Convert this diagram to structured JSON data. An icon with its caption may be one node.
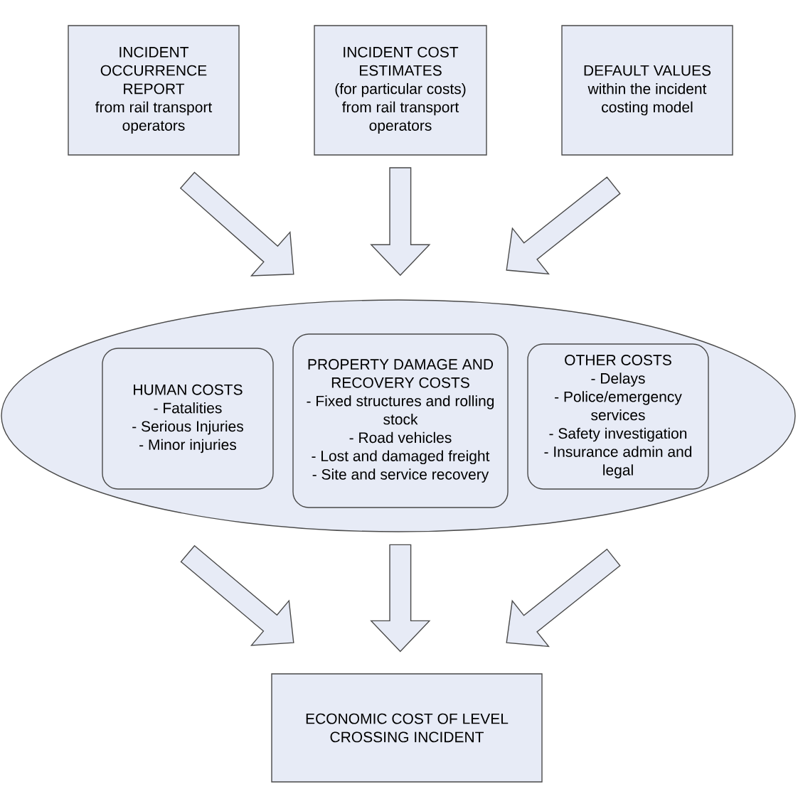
{
  "diagram": {
    "nodes": [
      {
        "text": [
          "INCIDENT OCCURRENCE REPORT",
          "from rail transport operators"
        ]
      },
      {
        "text": [
          "INCIDENT COST ESTIMATES",
          "(for particular costs) from rail transport operators"
        ]
      },
      {
        "text": [
          "DEFAULT VALUES",
          "within the incident costing model"
        ]
      },
      {
        "text": [],
        "shape": "ellipse"
      },
      {
        "text": [
          "HUMAN COSTS",
          "- Fatalities",
          "- Serious Injuries",
          "- Minor injuries"
        ],
        "in": 3
      },
      {
        "text": [
          "PROPERTY DAMAGE AND RECOVERY COSTS",
          "- Fixed structures and rolling stock",
          "- Road vehicles",
          "- Lost and damaged freight",
          "- Site and service recovery"
        ],
        "in": 3
      },
      {
        "text": [
          "OTHER COSTS",
          "- Delays",
          "- Police/emergency services",
          "- Safety investigation",
          "- Insurance admin and legal"
        ],
        "in": 3
      },
      {
        "text": [
          "ECONOMIC COST OF LEVEL CROSSING INCIDENT"
        ]
      }
    ],
    "edges": [
      {
        "from": 0,
        "to": 3,
        "arrow": "to"
      },
      {
        "from": 1,
        "to": 3,
        "arrow": "to"
      },
      {
        "from": 2,
        "to": 3,
        "arrow": "to"
      },
      {
        "from": 3,
        "to": 7,
        "arrow": "to"
      },
      {
        "from": 3,
        "to": 7,
        "arrow": "to"
      },
      {
        "from": 3,
        "to": 7,
        "arrow": "to"
      }
    ]
  }
}
